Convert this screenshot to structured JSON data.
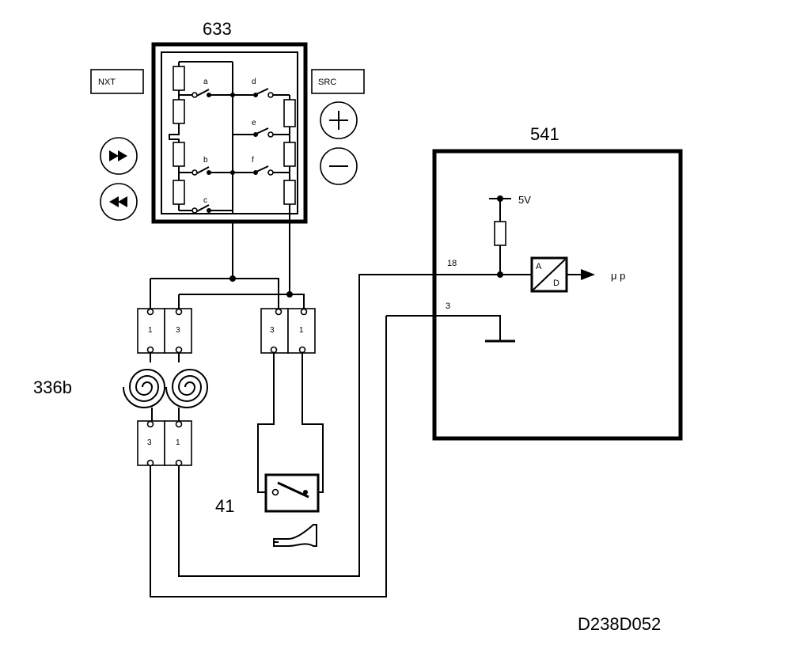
{
  "labels": {
    "switch_unit": "633",
    "ecu": "541",
    "clock_spring": "336b",
    "horn": "41",
    "drawing_id": "D238D052"
  },
  "buttons": {
    "next": "NXT",
    "source": "SRC",
    "volume_up_icon": "plus-icon",
    "volume_down_icon": "minus-icon",
    "forward_icon": "fast-forward-icon",
    "rewind_icon": "rewind-icon"
  },
  "switches": {
    "a": "a",
    "b": "b",
    "c": "c",
    "d": "d",
    "e": "e",
    "f": "f"
  },
  "ecu_internal": {
    "supply": "5V",
    "pin_signal": "18",
    "pin_ground": "3",
    "adc_a": "A",
    "adc_d": "D",
    "output": "μ p"
  },
  "connectors": {
    "upper_left_pin1": "1",
    "upper_left_pin3": "3",
    "upper_right_pin3": "3",
    "upper_right_pin1": "1",
    "lower_pin3": "3",
    "lower_pin1": "1"
  }
}
